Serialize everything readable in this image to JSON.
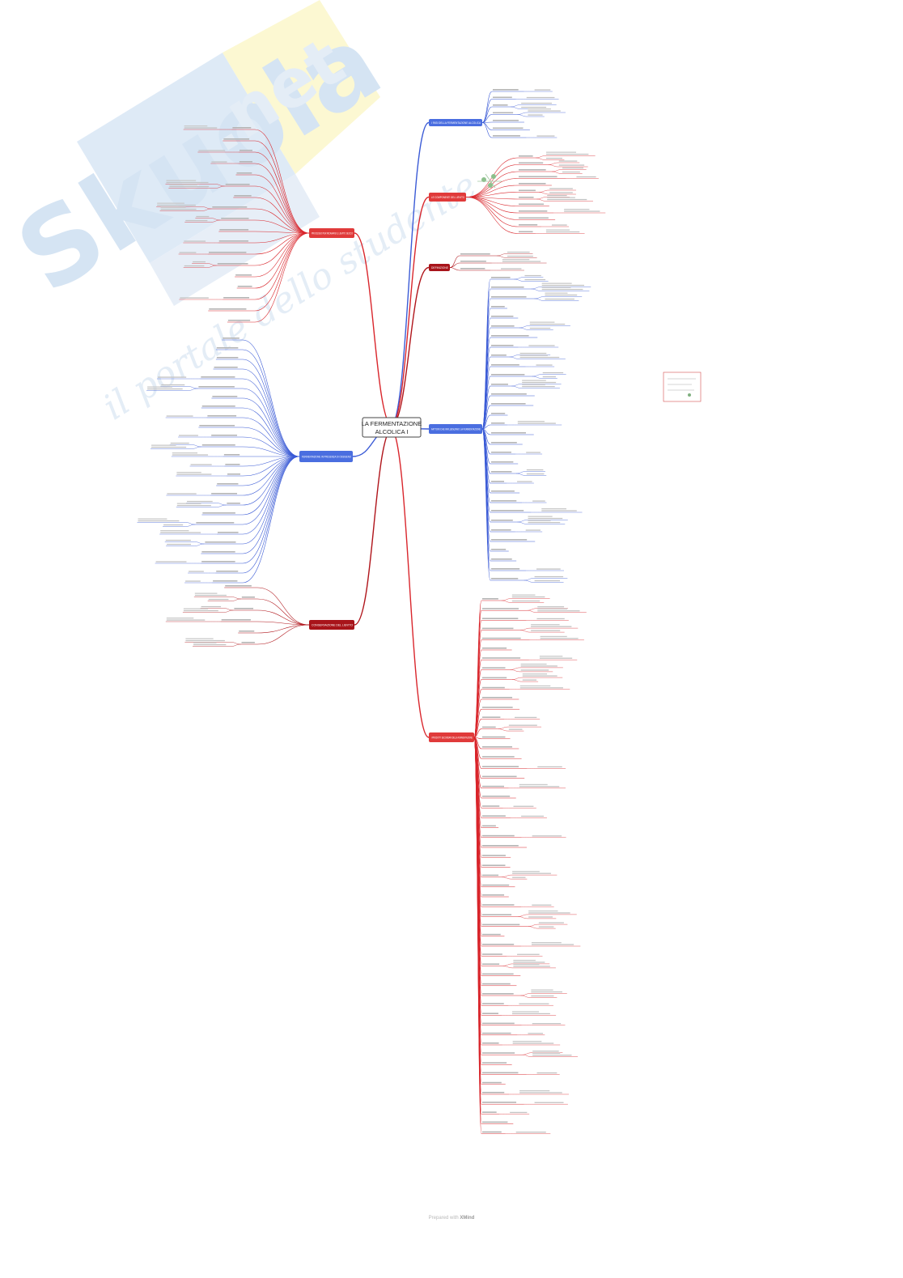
{
  "central_node": {
    "line1": "LA FERMENTAZIONE",
    "line2": "ALCOLICA I"
  },
  "watermark": {
    "logo_text": "Skuola",
    "domain_text": ".net",
    "tagline": "il portale dello studente",
    "colors": {
      "blue": "#8fb3d9",
      "yellow": "#f5ec9a",
      "text": "#9ec0e3"
    }
  },
  "footer": {
    "prefix": "Prepared with ",
    "brand": "XMind"
  },
  "colors": {
    "blue": "#3b5bd6",
    "red": "#d9262c",
    "darkred": "#b0151b",
    "blue_box": "#4a6ee0",
    "red_box": "#e03a3a",
    "darkred_box": "#a8141a",
    "node_border": "#444444",
    "leaf_text": "#8a8a8a"
  },
  "branches": [
    {
      "label": "I FASI DELLA FERMENTAZIONE ALCOLICA",
      "color": "blue"
    },
    {
      "label": "LE COMPONENTI DEL LIEVITO",
      "color": "red"
    },
    {
      "label": "DEFINIZIONE",
      "color": "darkred"
    },
    {
      "label": "FATTORI CHE INFLUENZANO LA FERMENTAZIONE",
      "color": "blue"
    },
    {
      "label": "I PRODOTTI SECONDARI DELLA FERMENTAZIONE",
      "color": "red"
    },
    {
      "label": "PROCESSO PER RICAVARE IL LIEVITO SECCO",
      "color": "red"
    },
    {
      "label": "FERMENTAZIONE IN PRESENZA DI OSSIGENO",
      "color": "blue"
    },
    {
      "label": "CONSERVAZIONE DEL LIEVITO",
      "color": "darkred"
    }
  ]
}
